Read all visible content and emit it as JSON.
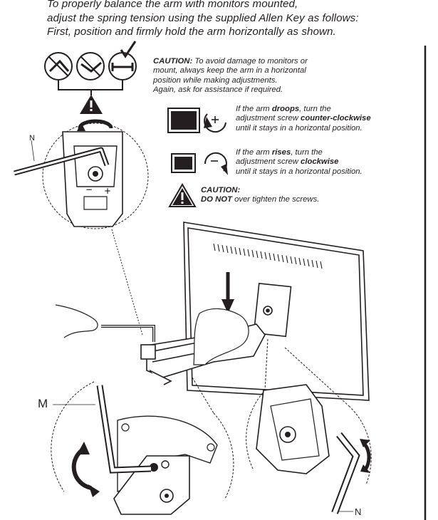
{
  "instructions": {
    "line1": "To properly balance the arm with monitors mounted,",
    "line2": "adjust the spring tension using the supplied Allen Key as follows:",
    "line3": "First, position and firmly hold the arm horizontally as shown."
  },
  "caution_main": {
    "title": "CAUTION:",
    "line1_rest": " To avoid damage to monitors or",
    "line2": "mount,  always keep the arm in a horizontal",
    "line3": "position while making adjustments.",
    "line4": "Again, ask for assistance if required."
  },
  "droops": {
    "pre": "If the arm ",
    "keyword": "droops",
    "mid": ", turn the",
    "line2_pre": "adjustment screw ",
    "direction": "counter-clockwise",
    "line3": "until it stays in a horizontal position."
  },
  "rises": {
    "pre": "If the arm ",
    "keyword": "rises",
    "mid": ", turn the",
    "line2_pre": "adjustment screw ",
    "direction": "clockwise",
    "line3": "until it stays in a horizontal position."
  },
  "caution_screws": {
    "title": "CAUTION:",
    "emphasis": "DO NOT",
    "rest": " over tighten the screws."
  },
  "labels": {
    "m": "M",
    "n_top": "N",
    "n_bottom": "N"
  },
  "icons": {
    "plus_symbol": "+",
    "minus_symbol": "−"
  }
}
